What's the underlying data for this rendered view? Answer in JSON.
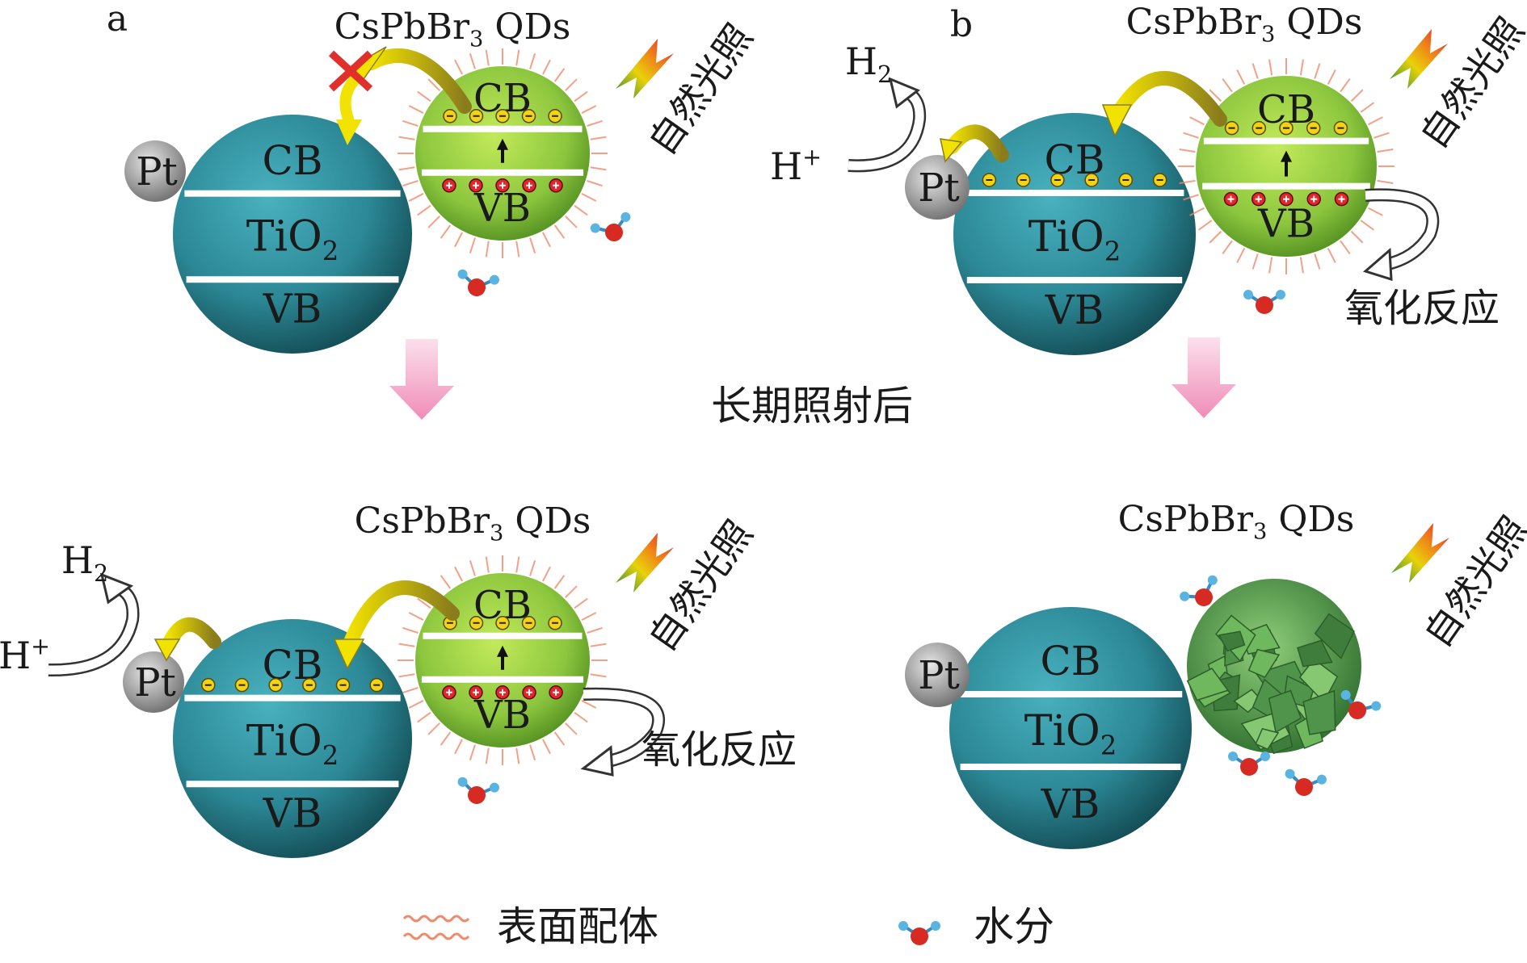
{
  "panels": {
    "a": {
      "letter": "a"
    },
    "b": {
      "letter": "b"
    }
  },
  "labels": {
    "qds_prefix": "CsPbBr",
    "qds_sub": "3",
    "qds_suffix": " QDs",
    "light": "自然光照",
    "cb": "CB",
    "vb": "VB",
    "tio2_main": "TiO",
    "tio2_sub": "2",
    "pt": "Pt",
    "h2_main": "H",
    "h2_sub": "2",
    "hplus_main": "H",
    "hplus_sup": "+",
    "oxidation": "氧化反应",
    "after": "长期照射后"
  },
  "legend": {
    "ligand": "表面配体",
    "water": "水分"
  },
  "colors": {
    "tio2_fill": "#2c8896",
    "qd_fill": "#8cc63e",
    "qd_degraded": "#5aa050",
    "pt_fill": "#9e9e9e",
    "transfer_arrow": "#f2e200",
    "down_arrow": "#f3a6c7",
    "cross": "#e0302c",
    "water_o": "#d62a22",
    "water_h": "#5ab4e2",
    "ligand": "#f08a6a"
  }
}
